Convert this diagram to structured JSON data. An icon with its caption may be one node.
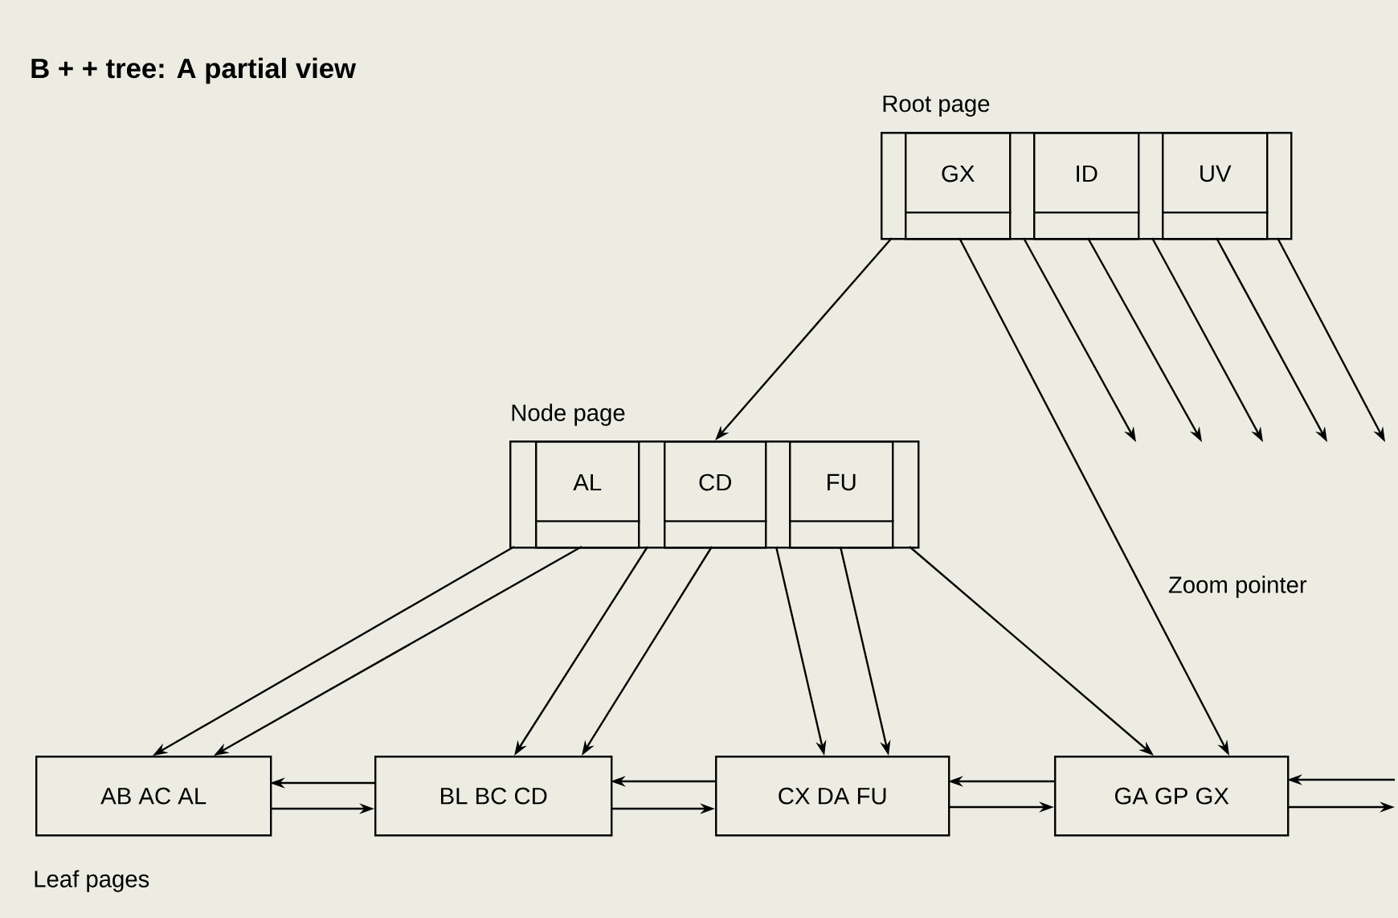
{
  "diagram": {
    "title": "B + + tree: A partial view",
    "nodes": [
      {
        "text": [
          "Root page"
        ]
      },
      {
        "text": [
          "GX"
        ],
        "in": 0
      },
      {
        "text": [
          "ID"
        ],
        "in": 0
      },
      {
        "text": [
          "UV"
        ],
        "in": 0
      },
      {
        "text": [
          "Node page"
        ]
      },
      {
        "text": [
          "AL"
        ],
        "in": 4
      },
      {
        "text": [
          "CD"
        ],
        "in": 4
      },
      {
        "text": [
          "FU"
        ],
        "in": 4
      },
      {
        "text": [
          "AB AC AL"
        ]
      },
      {
        "text": [
          "BL BC CD"
        ]
      },
      {
        "text": [
          "CX DA FU"
        ]
      },
      {
        "text": [
          "GA GP GX"
        ]
      }
    ],
    "edges": [
      {
        "from": 0,
        "to": 4,
        "arrow": "to"
      },
      {
        "from": 1,
        "to": 11,
        "arrow": "to",
        "label": "Zoom pointer"
      },
      {
        "from": 0,
        "to": null,
        "arrow": "to"
      },
      {
        "from": 2,
        "to": null,
        "arrow": "to"
      },
      {
        "from": 0,
        "to": null,
        "arrow": "to"
      },
      {
        "from": 3,
        "to": null,
        "arrow": "to"
      },
      {
        "from": 0,
        "to": null,
        "arrow": "to"
      },
      {
        "from": 4,
        "to": 8,
        "arrow": "to"
      },
      {
        "from": 5,
        "to": 8,
        "arrow": "to"
      },
      {
        "from": 4,
        "to": 9,
        "arrow": "to"
      },
      {
        "from": 6,
        "to": 9,
        "arrow": "to"
      },
      {
        "from": 4,
        "to": 10,
        "arrow": "to"
      },
      {
        "from": 7,
        "to": 10,
        "arrow": "to"
      },
      {
        "from": 4,
        "to": 11,
        "arrow": "to"
      },
      {
        "from": 9,
        "to": 8,
        "arrow": "to"
      },
      {
        "from": 8,
        "to": 9,
        "arrow": "to"
      },
      {
        "from": 10,
        "to": 9,
        "arrow": "to"
      },
      {
        "from": 9,
        "to": 10,
        "arrow": "to"
      },
      {
        "from": 11,
        "to": 10,
        "arrow": "to"
      },
      {
        "from": 10,
        "to": 11,
        "arrow": "to"
      },
      {
        "from": null,
        "to": 11,
        "arrow": "to"
      },
      {
        "from": 11,
        "to": null,
        "arrow": "to"
      }
    ],
    "labels": [
      "Leaf pages"
    ]
  }
}
